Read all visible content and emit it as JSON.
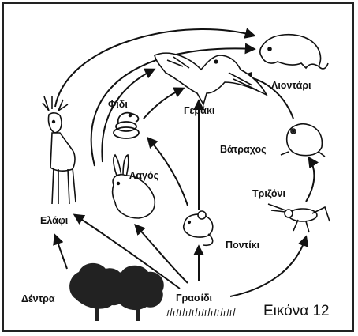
{
  "figure_label": "Εικόνα 12",
  "organisms": {
    "lion": "Λιοντάρι",
    "hawk": "Γεράκι",
    "snake": "Φίδι",
    "frog": "Βάτραχος",
    "rabbit": "Λαγός",
    "deer": "Ελάφι",
    "cricket": "Τριζόνι",
    "mouse": "Ποντίκι",
    "trees": "Δέντρα",
    "grass": "Γρασίδι"
  }
}
